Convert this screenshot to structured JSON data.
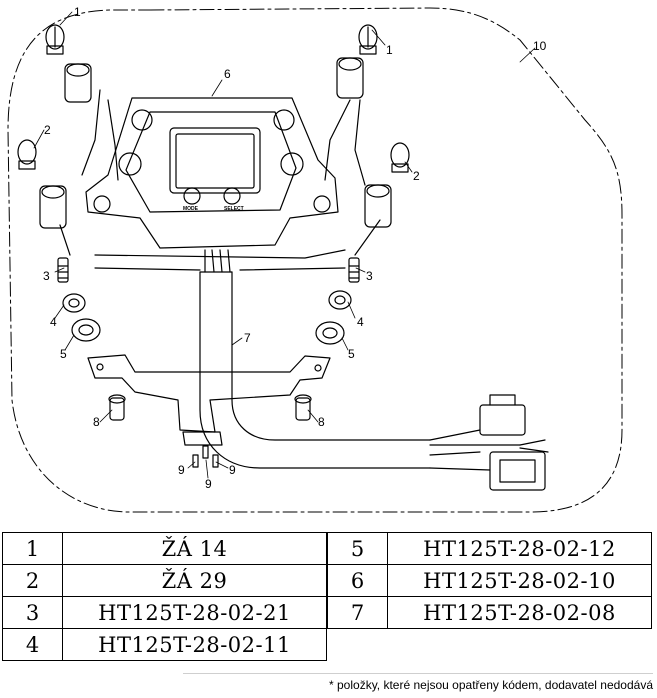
{
  "diagram": {
    "callouts": [
      "1",
      "1",
      "2",
      "2",
      "3",
      "3",
      "4",
      "4",
      "5",
      "5",
      "6",
      "7",
      "8",
      "8",
      "9",
      "9",
      "9",
      "10"
    ],
    "panel_buttons": [
      "MODE",
      "SELECT"
    ]
  },
  "parts_table": {
    "left": [
      {
        "num": "1",
        "code": "ŽÁ 14"
      },
      {
        "num": "2",
        "code": "ŽÁ 29"
      },
      {
        "num": "3",
        "code": "HT125T-28-02-21"
      },
      {
        "num": "4",
        "code": "HT125T-28-02-11"
      }
    ],
    "right": [
      {
        "num": "5",
        "code": "HT125T-28-02-12"
      },
      {
        "num": "6",
        "code": "HT125T-28-02-10"
      },
      {
        "num": "7",
        "code": "HT125T-28-02-08"
      }
    ]
  },
  "footnote": "* položky, které nejsou opatřeny kódem, dodavatel nedodává"
}
